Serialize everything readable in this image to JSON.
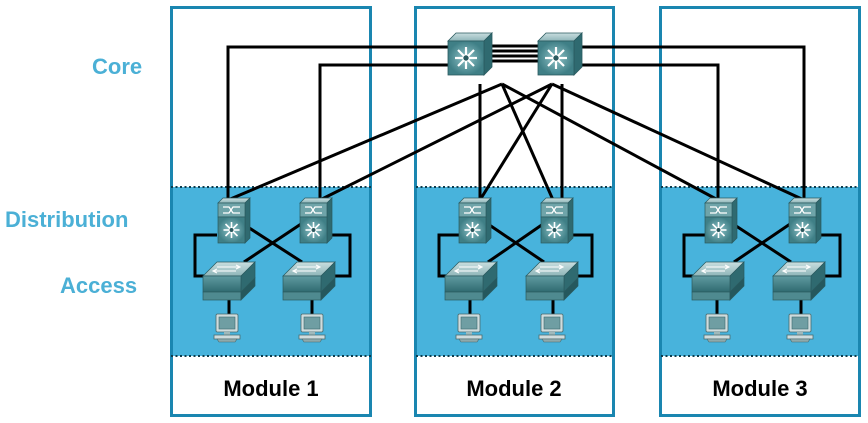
{
  "layers": {
    "core": "Core",
    "distribution": "Distribution",
    "access": "Access"
  },
  "modules": [
    {
      "label": "Module 1"
    },
    {
      "label": "Module 2"
    },
    {
      "label": "Module 3"
    }
  ],
  "colors": {
    "accent": "#4bb0d6",
    "panel_border": "#1a86b0",
    "shaded_band": "#48b3dc",
    "device_teal": "#3f7f86",
    "link": "#000000"
  },
  "icons": {
    "core_switch": "multilayer-switch-icon",
    "distribution_switch": "multilayer-switch-icon",
    "access_switch": "workgroup-switch-icon",
    "host": "pc-icon"
  }
}
